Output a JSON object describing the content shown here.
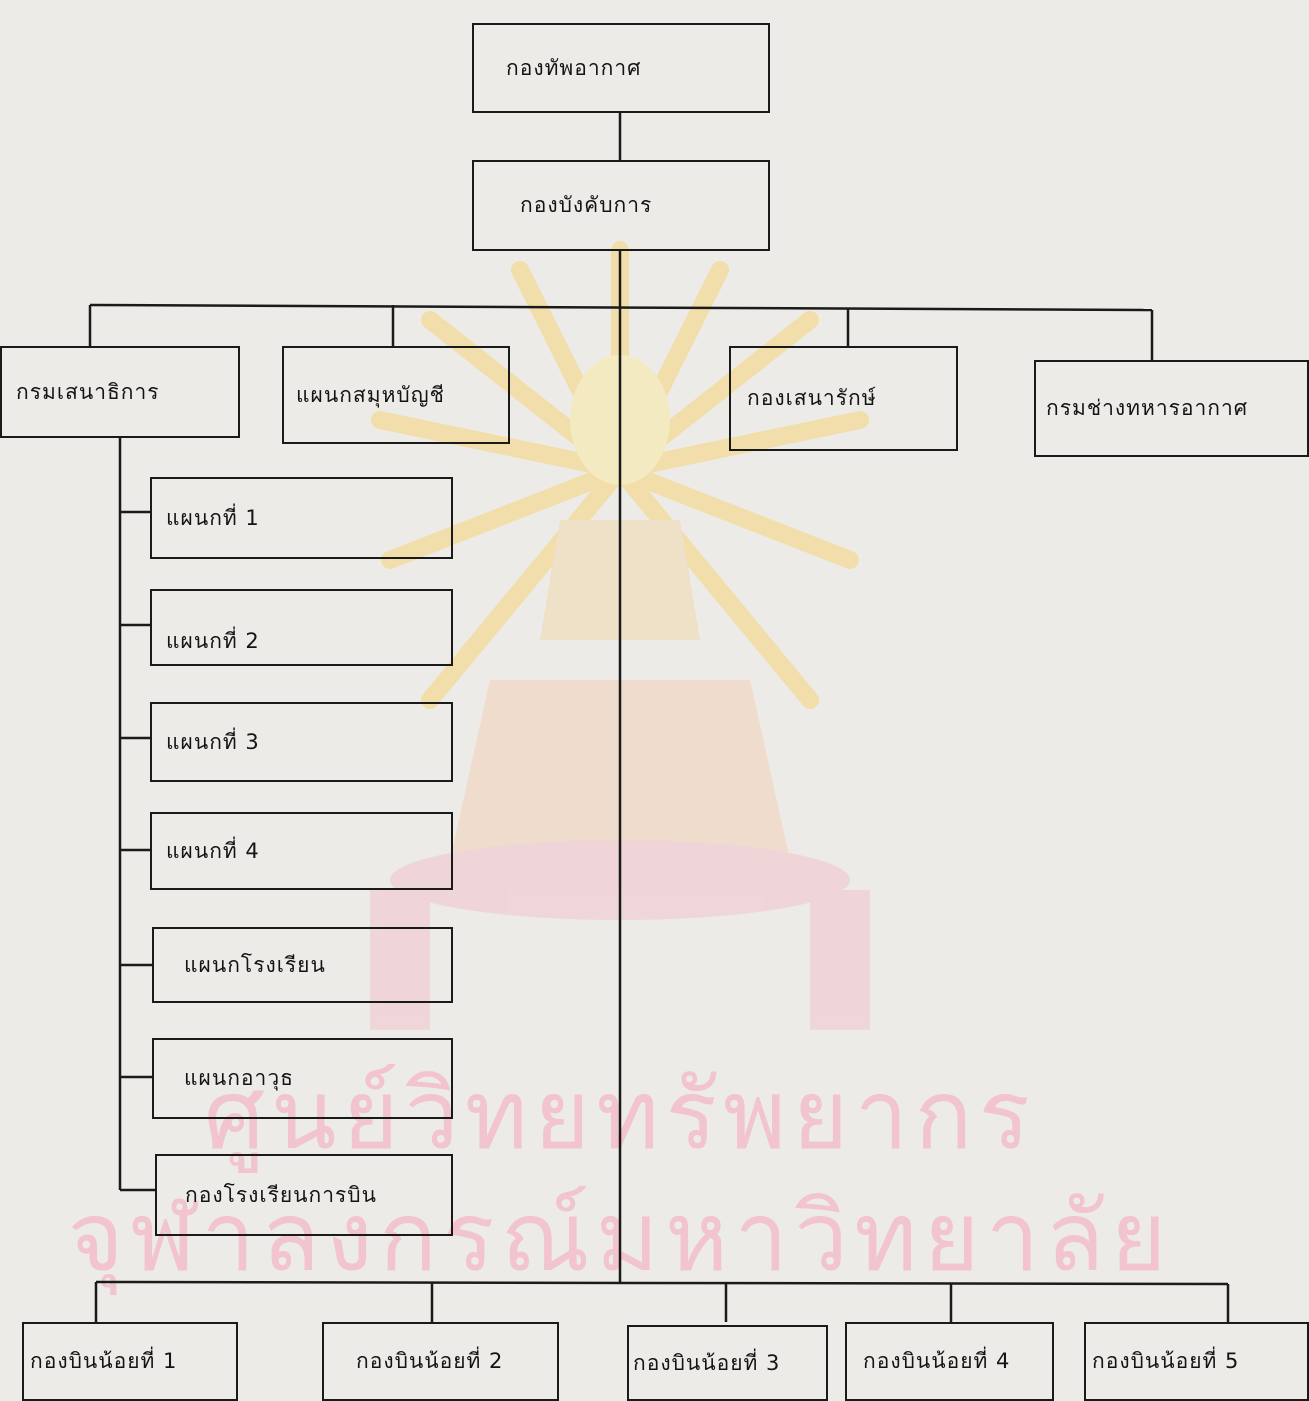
{
  "org_chart": {
    "root": "กองทัพอากาศ",
    "command": "กองบังคับการ",
    "level2": {
      "staff_department": "กรมเสนาธิการ",
      "accounting_section": "แผนกสมุหบัญชี",
      "supply_division": "กองเสนารักษ์",
      "air_engineering_department": "กรมช่างทหารอากาศ"
    },
    "staff_sections": [
      "แผนกที่ 1",
      "แผนกที่ 2",
      "แผนกที่ 3",
      "แผนกที่ 4",
      "แผนกโรงเรียน",
      "แผนกอาวุธ",
      "กองโรงเรียนการบิน"
    ],
    "wings": [
      "กองบินน้อยที่ 1",
      "กองบินน้อยที่ 2",
      "กองบินน้อยที่ 3",
      "กองบินน้อยที่ 4",
      "กองบินน้อยที่ 5"
    ]
  },
  "watermark": {
    "line1": "ศูนย์วิทยทรัพยากร",
    "line2": "จุฬาลงกรณ์มหาวิทยาลัย",
    "color": "#f2c4cd",
    "emblem_color": "#f6d57a"
  },
  "colors": {
    "line": "#1a1a1a",
    "paper": "#ecebe7"
  }
}
